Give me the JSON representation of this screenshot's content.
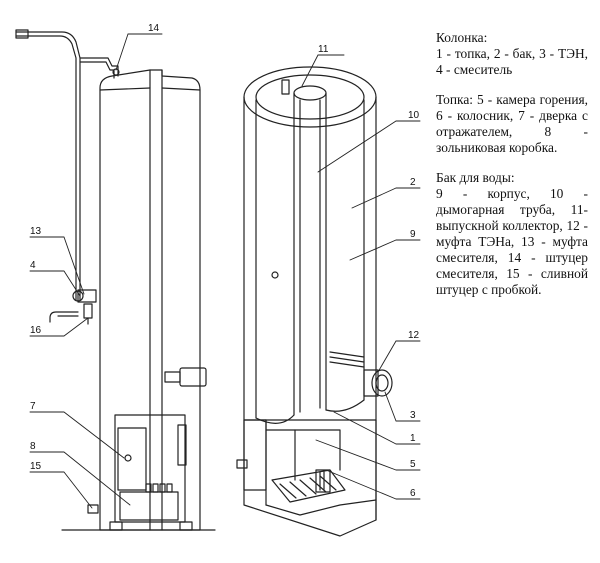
{
  "labels": {
    "l1": "1",
    "l2": "2",
    "l3": "3",
    "l4": "4",
    "l5": "5",
    "l6": "6",
    "l7": "7",
    "l8": "8",
    "l9": "9",
    "l10": "10",
    "l11": "11",
    "l12": "12",
    "l13": "13",
    "l14": "14",
    "l15": "15",
    "l16": "16"
  },
  "legend": {
    "kolonka": {
      "title": "Колонка:",
      "text": "1 - топка, 2 - бак, 3 - ТЭН, 4 - смеситель"
    },
    "topka": {
      "text": "Топка: 5 - камера горения, 6 - колосник, 7 - дверка с отражателем, 8 - зольниковая коробка."
    },
    "bak": {
      "title": "Бак для воды:",
      "text": "9 - корпус, 10 - дымогарная труба, 11- выпускной коллектор, 12 - муфта ТЭНа, 13 - муфта смесителя, 14 - штуцер смесителя, 15 - сливной штуцер с пробкой."
    }
  }
}
